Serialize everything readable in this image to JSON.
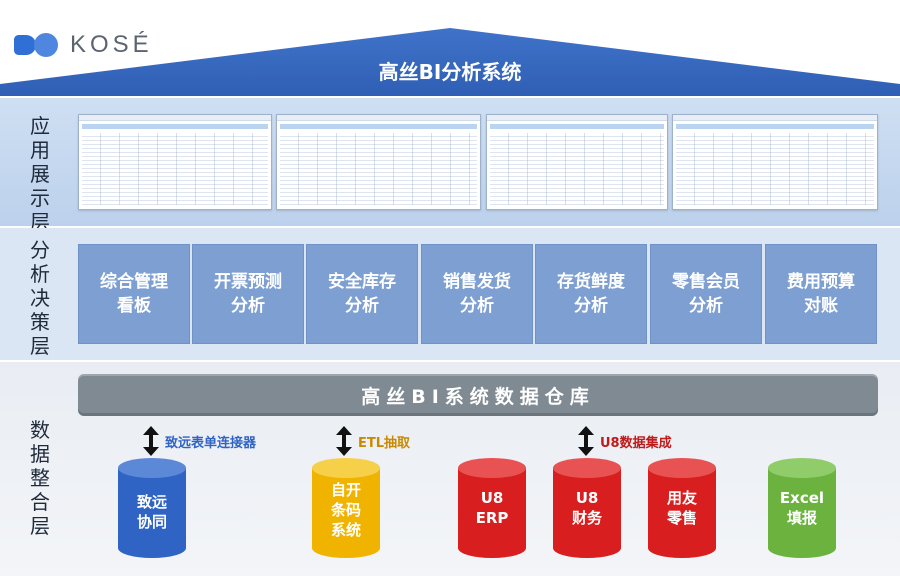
{
  "logo": {
    "text": "KOSÉ"
  },
  "title": "高丝BI分析系统",
  "colors": {
    "roof": "#3b6bbf",
    "decision_box": "#7e9fd1",
    "warehouse": "#7f8a92",
    "cyl_blue": "#2f63c4",
    "cyl_yellow": "#f0b400",
    "cyl_red": "#d81e1e",
    "cyl_green": "#6bb33e",
    "label_blue": "#2f63c4",
    "label_gold": "#c98a00",
    "label_red": "#c01a1a"
  },
  "layers": {
    "app": {
      "label": "应用展示层"
    },
    "decision": {
      "label": "分析决策层"
    },
    "data": {
      "label": "数据整合层"
    }
  },
  "decision_boxes": [
    "综合管理\n看板",
    "开票预测\n分析",
    "安全库存\n分析",
    "销售发货\n分析",
    "存货鲜度\n分析",
    "零售会员\n分析",
    "费用预算\n对账"
  ],
  "warehouse": "高丝BI系统数据仓库",
  "connectors": [
    {
      "label": "致远表单连接器",
      "icon": "double-arrow-icon"
    },
    {
      "label": "ETL抽取",
      "icon": "double-arrow-icon"
    },
    {
      "label": "U8数据集成",
      "icon": "double-arrow-icon"
    }
  ],
  "sources": [
    {
      "text": "致远\n协同",
      "color": "blue"
    },
    {
      "text": "自开\n条码\n系统",
      "color": "yellow"
    },
    {
      "text": "U8\nERP",
      "color": "red"
    },
    {
      "text": "U8\n财务",
      "color": "red"
    },
    {
      "text": "用友\n零售",
      "color": "red"
    },
    {
      "text": "Excel\n填报",
      "color": "green"
    }
  ]
}
